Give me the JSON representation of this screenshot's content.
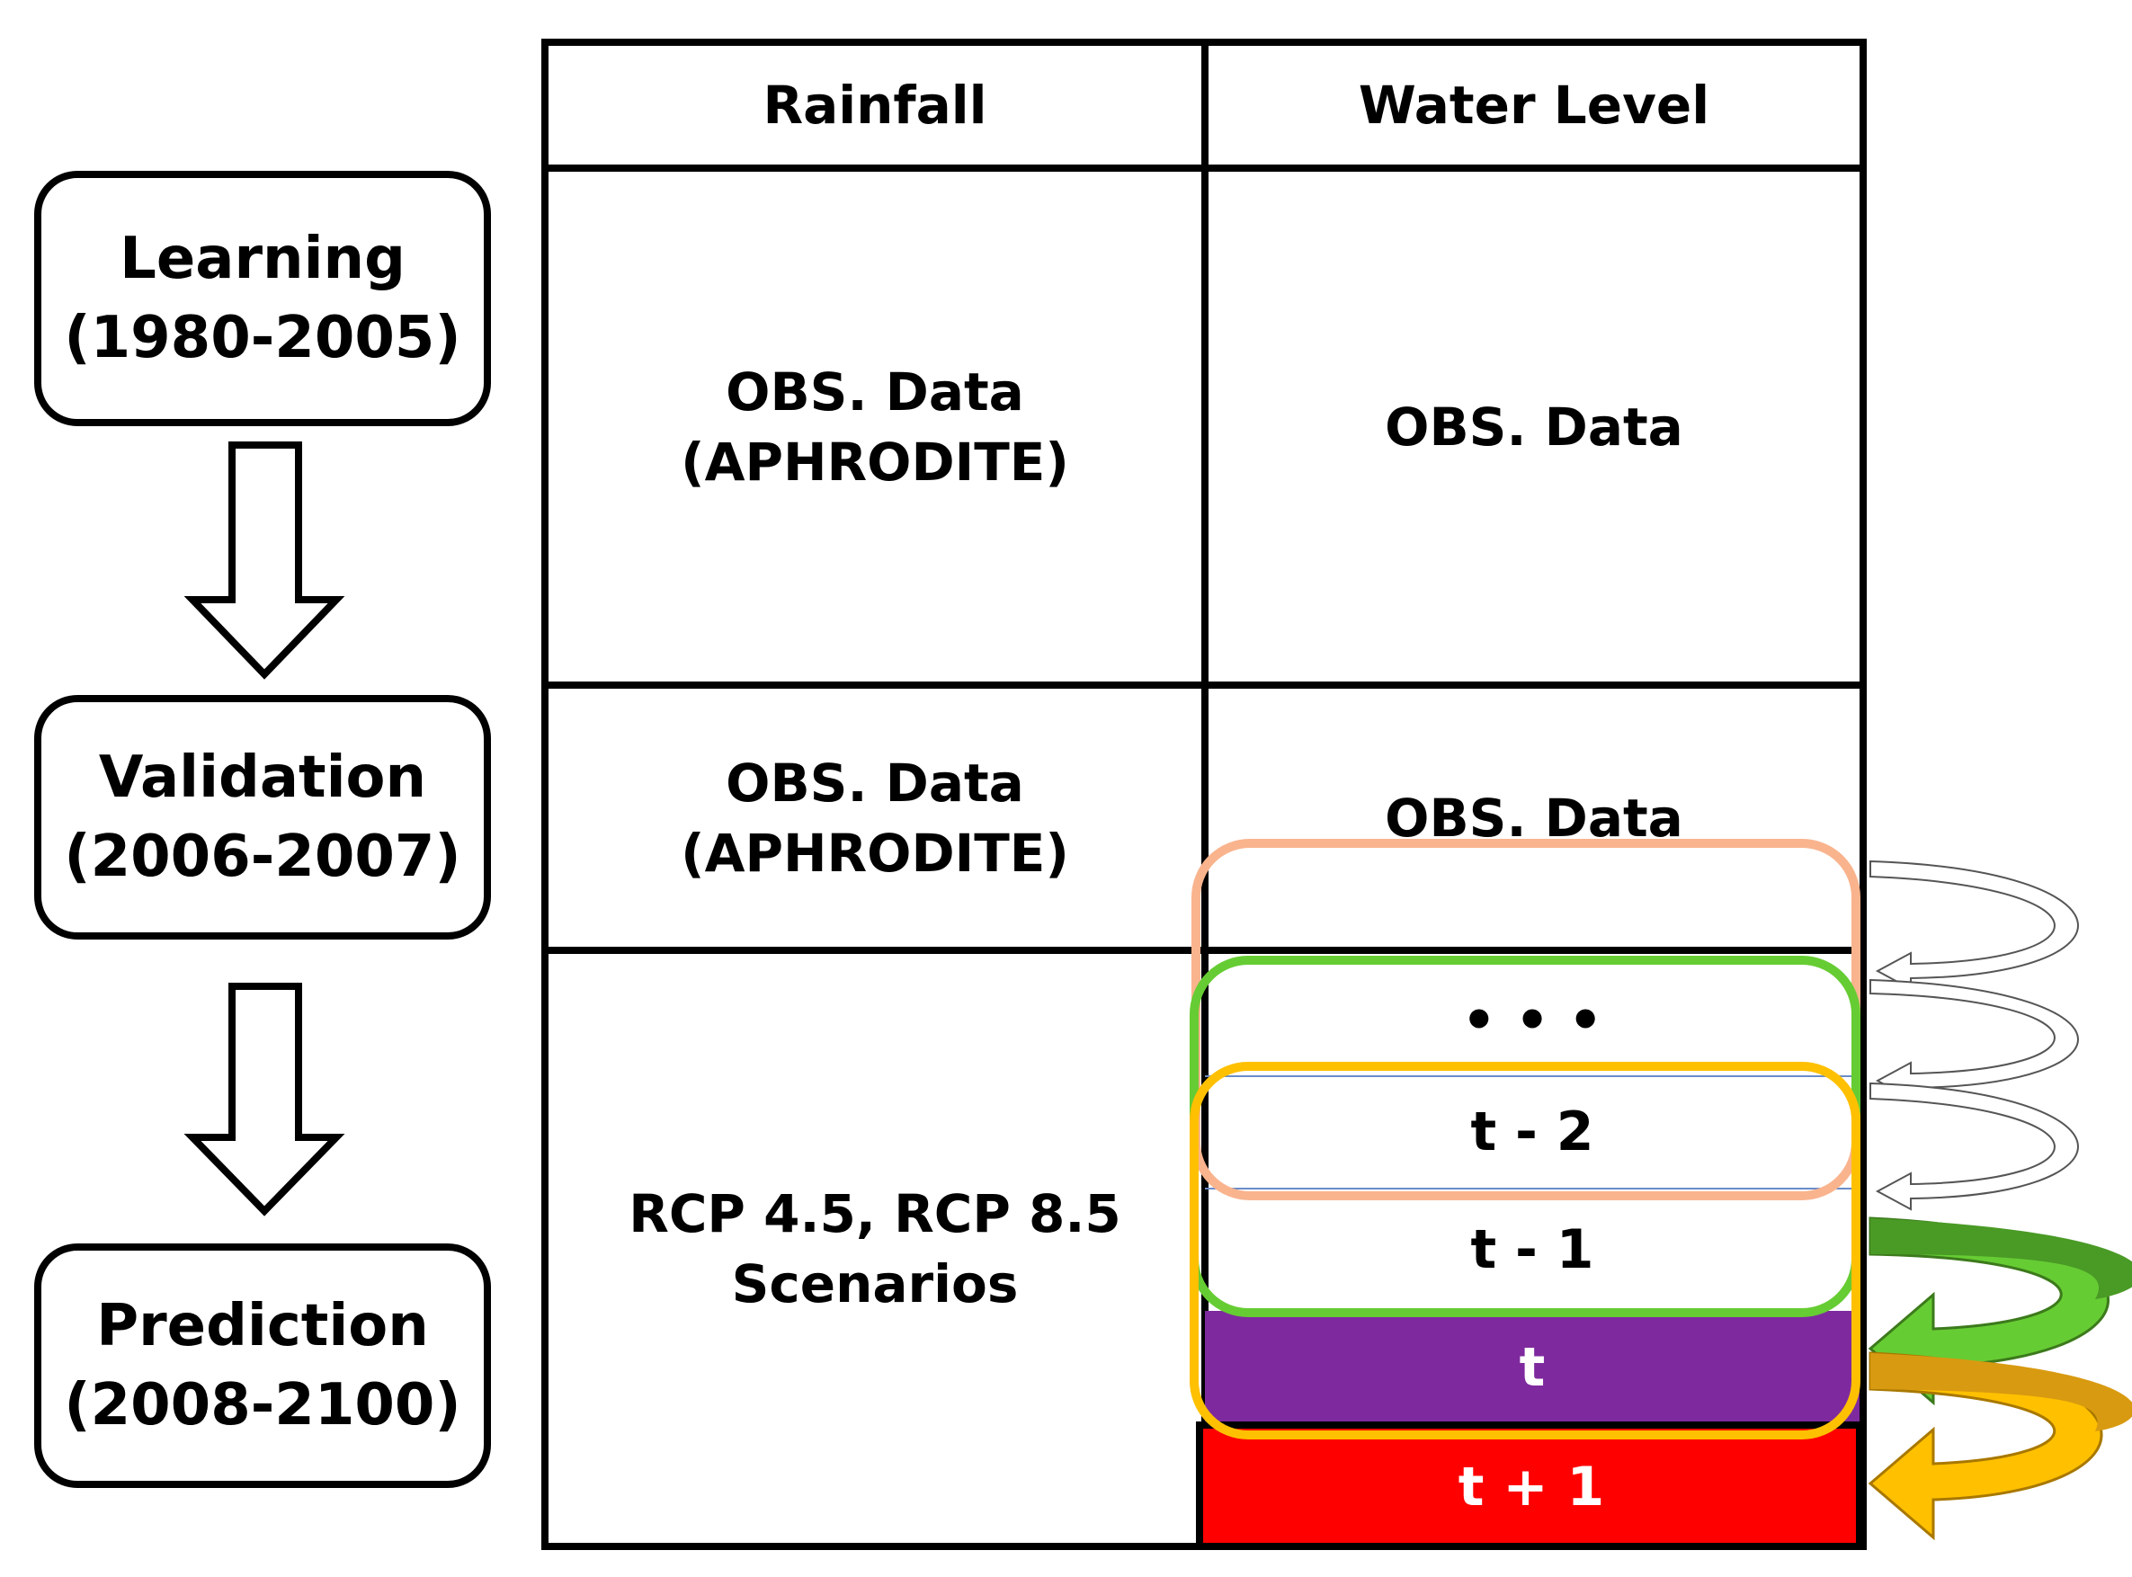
{
  "stages": [
    {
      "name": "Learning",
      "period": "(1980-2005)"
    },
    {
      "name": "Validation",
      "period": "(2006-2007)"
    },
    {
      "name": "Prediction",
      "period": "(2008-2100)"
    }
  ],
  "table": {
    "headers": {
      "rainfall": "Rainfall",
      "water_level": "Water Level"
    },
    "rows": [
      {
        "rainfall_line1": "OBS. Data",
        "rainfall_line2": "(APHRODITE)",
        "water_level": "OBS. Data"
      },
      {
        "rainfall_line1": "OBS. Data",
        "rainfall_line2": "(APHRODITE)",
        "water_level": "OBS. Data"
      },
      {
        "rainfall_line1": "RCP 4.5, RCP 8.5",
        "rainfall_line2": "Scenarios"
      }
    ]
  },
  "sequence": {
    "ellipsis": "• • •",
    "t_minus_2": "t - 2",
    "t_minus_1": "t - 1",
    "t": "t",
    "t_plus_1": "t + 1"
  },
  "colors": {
    "window_salmon": "#F9B48E",
    "window_green": "#66CC33",
    "window_orange": "#FFC000",
    "t_fill": "#7E2A9E",
    "t_plus_1_fill": "#FF0000",
    "arrow_green": "#5BB030",
    "arrow_orange": "#E0A020"
  }
}
